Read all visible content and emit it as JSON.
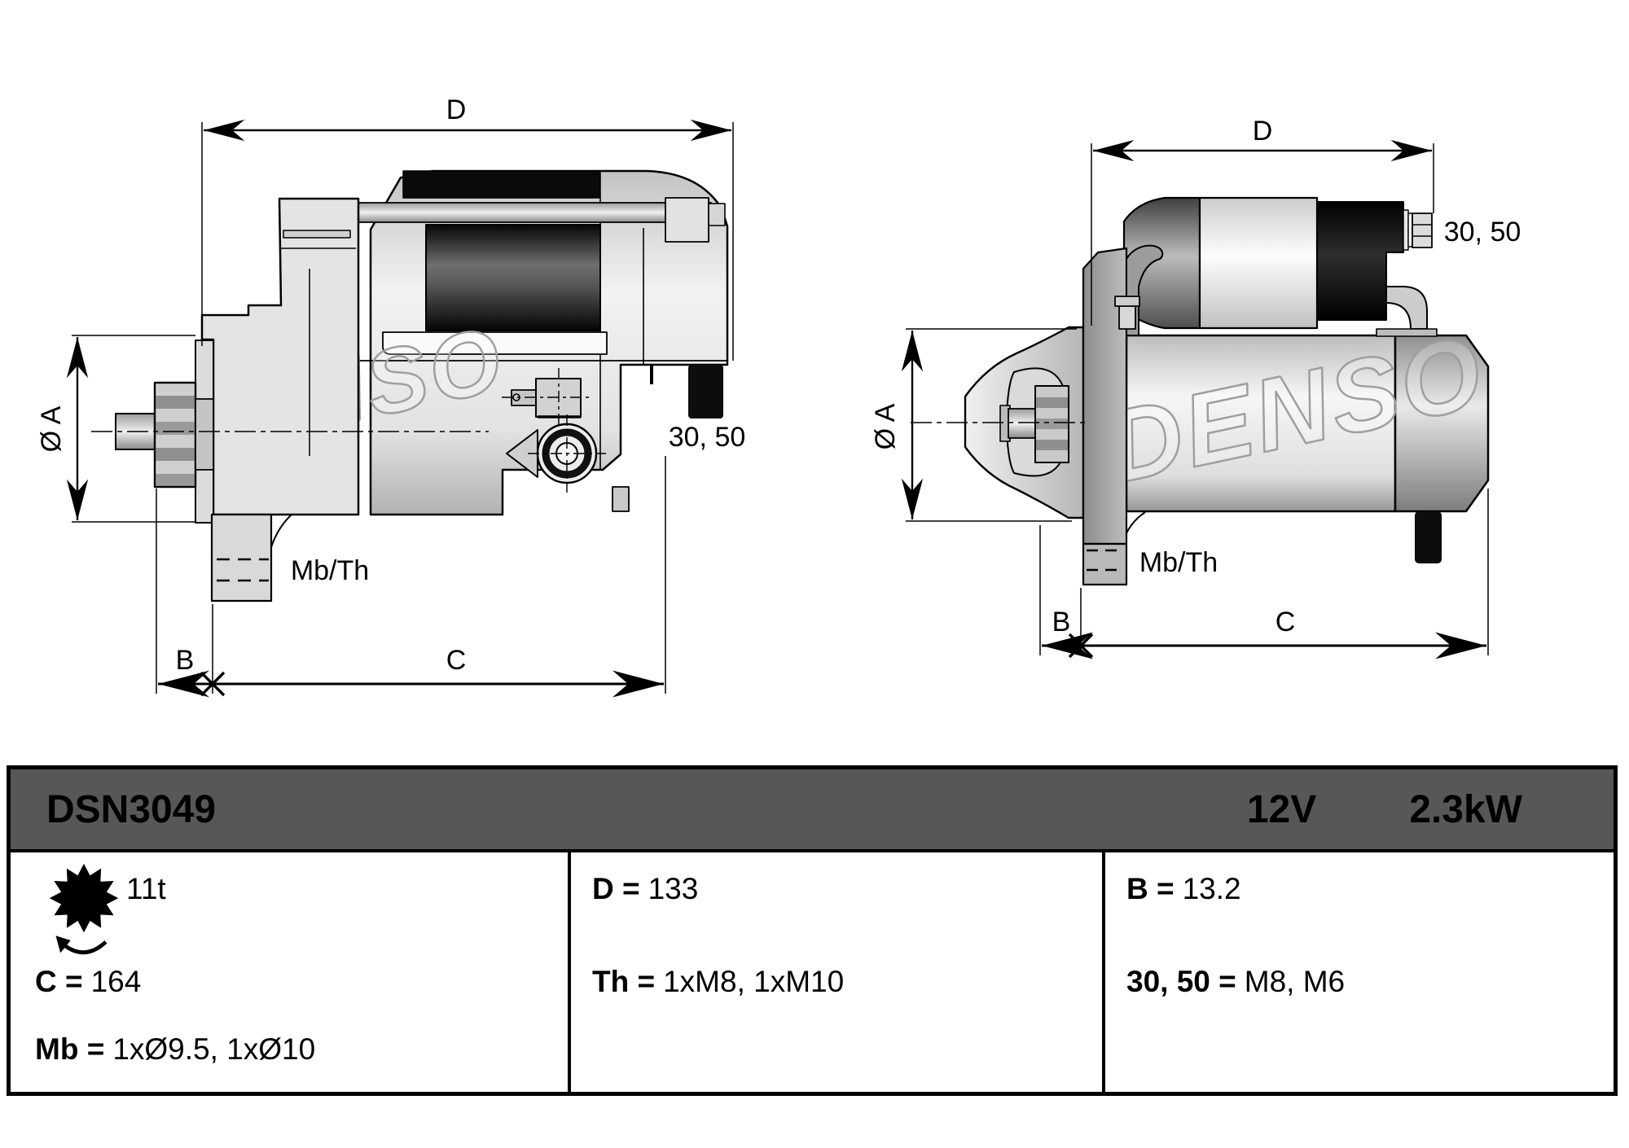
{
  "colors": {
    "header_bg": "#575757",
    "line": "#000000"
  },
  "watermark": "DENSO",
  "dim_labels": {
    "d": "D",
    "dia_a": "Ø A",
    "b": "B",
    "c": "C",
    "mb_th": "Mb/Th",
    "t30_50": "30, 50"
  },
  "table": {
    "model": "DSN3049",
    "voltage": "12V",
    "power": "2.3kW",
    "pinion_teeth": "11t",
    "icon": "pinion-gear-rotation-icon",
    "rows": {
      "c_label": "C =",
      "c_value": "164",
      "mb_label": "Mb =",
      "mb_value": "1xØ9.5, 1xØ10",
      "d_label": "D =",
      "d_value": "133",
      "th_label": "Th =",
      "th_value": "1xM8, 1xM10",
      "b_label": "B =",
      "b_value": "13.2",
      "t3050_label": "30, 50 =",
      "t3050_value": "M8, M6"
    }
  }
}
